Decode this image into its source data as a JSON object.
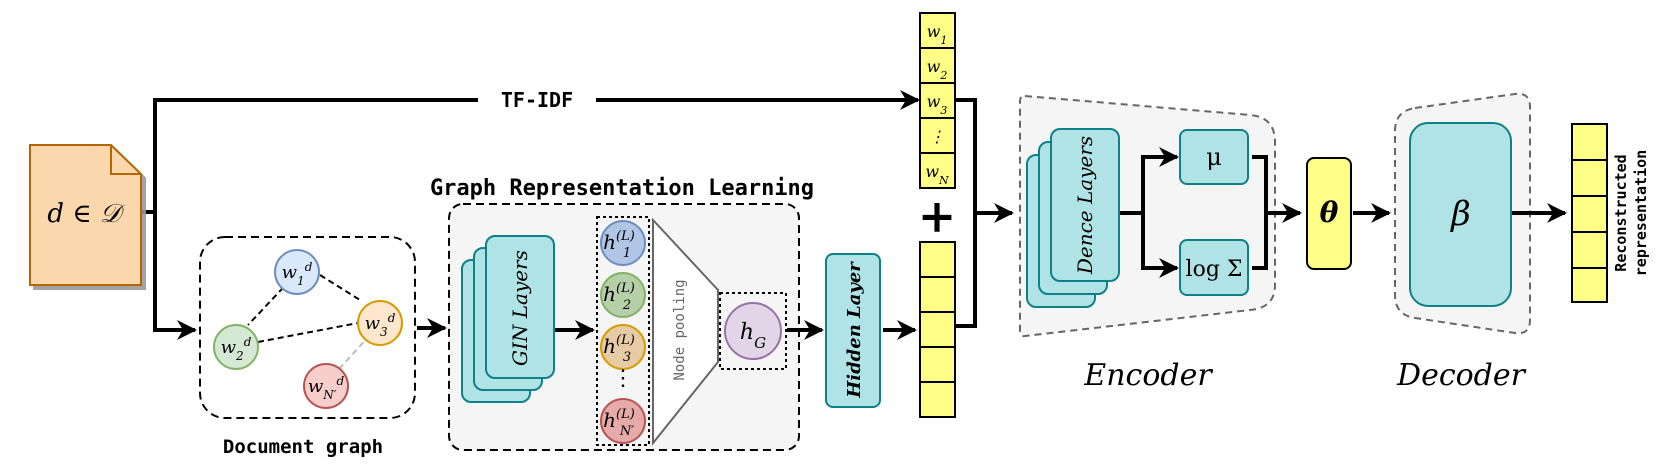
{
  "arrow_labels": {
    "tfidf": "TF-IDF"
  },
  "document": {
    "label": "d ∈ 𝒟"
  },
  "document_graph": {
    "caption": "Document graph",
    "nodes": [
      {
        "base": "w",
        "sub": "1",
        "sup": "d",
        "fill": "#dae8fc",
        "stroke": "#6c8ebf"
      },
      {
        "base": "w",
        "sub": "2",
        "sup": "d",
        "fill": "#d5e8d4",
        "stroke": "#82b366"
      },
      {
        "base": "w",
        "sub": "3",
        "sup": "d",
        "fill": "#ffe6cc",
        "stroke": "#d79b00"
      },
      {
        "base": "w",
        "sub": "N′",
        "sup": "d",
        "fill": "#f8cecc",
        "stroke": "#b85450"
      }
    ]
  },
  "grl": {
    "title": "Graph Representation Learning",
    "gin_label": "GIN Layers",
    "pooling_label": "Node pooling",
    "hg_label": {
      "base": "h",
      "sub": "G"
    },
    "nodes": [
      {
        "base": "h",
        "sub": "1",
        "sup": "(L)",
        "fill": "#b1c6e6",
        "stroke": "#6c8ebf"
      },
      {
        "base": "h",
        "sub": "2",
        "sup": "(L)",
        "fill": "#b5cfa8",
        "stroke": "#82b366"
      },
      {
        "base": "h",
        "sub": "3",
        "sup": "(L)",
        "fill": "#e6cba4",
        "stroke": "#d79b00"
      },
      {
        "base": "h",
        "sub": "N′",
        "sup": "(L)",
        "fill": "#e6aaa8",
        "stroke": "#b85450"
      }
    ],
    "ellipsis": "⋮"
  },
  "hidden_layer": {
    "label": "Hidden Layer"
  },
  "tfidf_vector": {
    "cells": [
      {
        "base": "w",
        "sub": "1"
      },
      {
        "base": "w",
        "sub": "2"
      },
      {
        "base": "w",
        "sub": "3"
      },
      {
        "base": "⋮",
        "sub": ""
      },
      {
        "base": "w",
        "sub": "N"
      }
    ]
  },
  "plus": "+",
  "encoder": {
    "caption": "Encoder",
    "dense_label": "Dence Layers",
    "mu": "μ",
    "logsigma": "log Σ"
  },
  "theta": "θ",
  "decoder": {
    "caption": "Decoder",
    "beta": "β"
  },
  "reconstructed": {
    "line1": "Reconstructed",
    "line2": "representation"
  },
  "colors": {
    "teal_fill": "#b0e3e6",
    "teal_stroke": "#0e8088",
    "yellow_fill": "#ffff88",
    "doc_fill": "#fad7ac",
    "doc_stroke": "#b46504",
    "panel_fill": "#f5f5f5",
    "panel_stroke": "#666666"
  }
}
